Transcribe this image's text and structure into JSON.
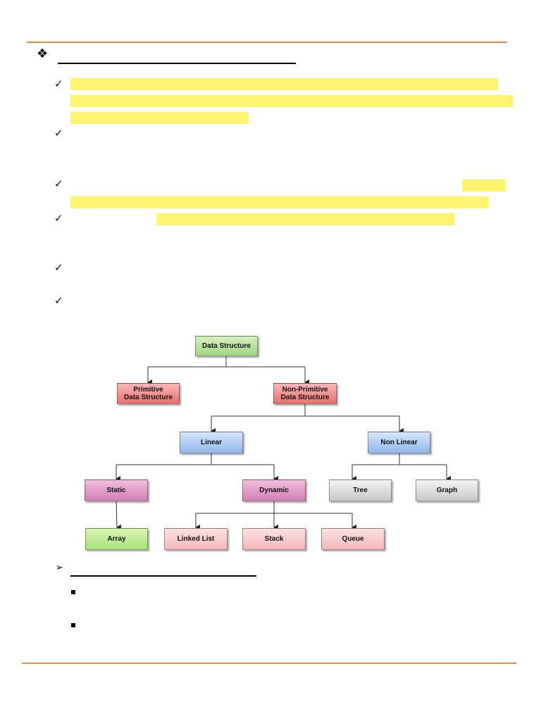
{
  "colors": {
    "rule": "#f08a3c",
    "highlight": "#fff46e"
  },
  "icons": {
    "section_bullet": "diamond-cluster-icon",
    "list_bullet": "check-mark-icon",
    "sub_bullet": "arrow-right-icon",
    "sub_item_bullet": "square-bullet-icon"
  },
  "glyphs": {
    "diamond": "❖",
    "check": "✓",
    "arrow": "➢"
  },
  "diagram": {
    "root": "Data Structure",
    "primitive": "Primitive\nData Structure",
    "non_primitive": "Non-Primitive\nData Structure",
    "linear": "Linear",
    "non_linear": "Non Linear",
    "static": "Static",
    "dynamic": "Dynamic",
    "tree": "Tree",
    "graph": "Graph",
    "array": "Array",
    "linked_list": "Linked List",
    "stack": "Stack",
    "queue": "Queue"
  }
}
